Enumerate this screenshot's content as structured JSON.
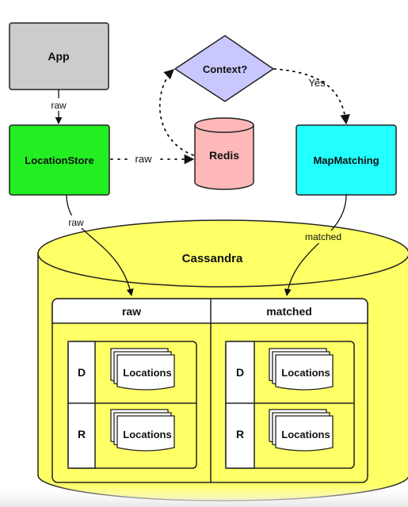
{
  "nodes": {
    "app": "App",
    "location_store": "LocationStore",
    "redis": "Redis",
    "context": "Context?",
    "map_matching": "MapMatching",
    "cassandra": "Cassandra"
  },
  "edges": {
    "app_to_store": "raw",
    "store_to_redis": "raw",
    "store_to_cassandra": "raw",
    "context_yes": "Yes",
    "matching_to_cassandra": "matched"
  },
  "tables": [
    {
      "name": "raw",
      "rows": [
        {
          "key": "D",
          "doc": "Locations"
        },
        {
          "key": "R",
          "doc": "Locations"
        }
      ]
    },
    {
      "name": "matched",
      "rows": [
        {
          "key": "D",
          "doc": "Locations"
        },
        {
          "key": "R",
          "doc": "Locations"
        }
      ]
    }
  ],
  "colors": {
    "app_fill": "#cccccc",
    "store_fill": "#22ee22",
    "redis_fill": "#ffb8b8",
    "context_fill": "#c8c8ff",
    "matching_fill": "#22ffff",
    "cassandra_fill": "#ffff66",
    "stroke": "#222222"
  }
}
